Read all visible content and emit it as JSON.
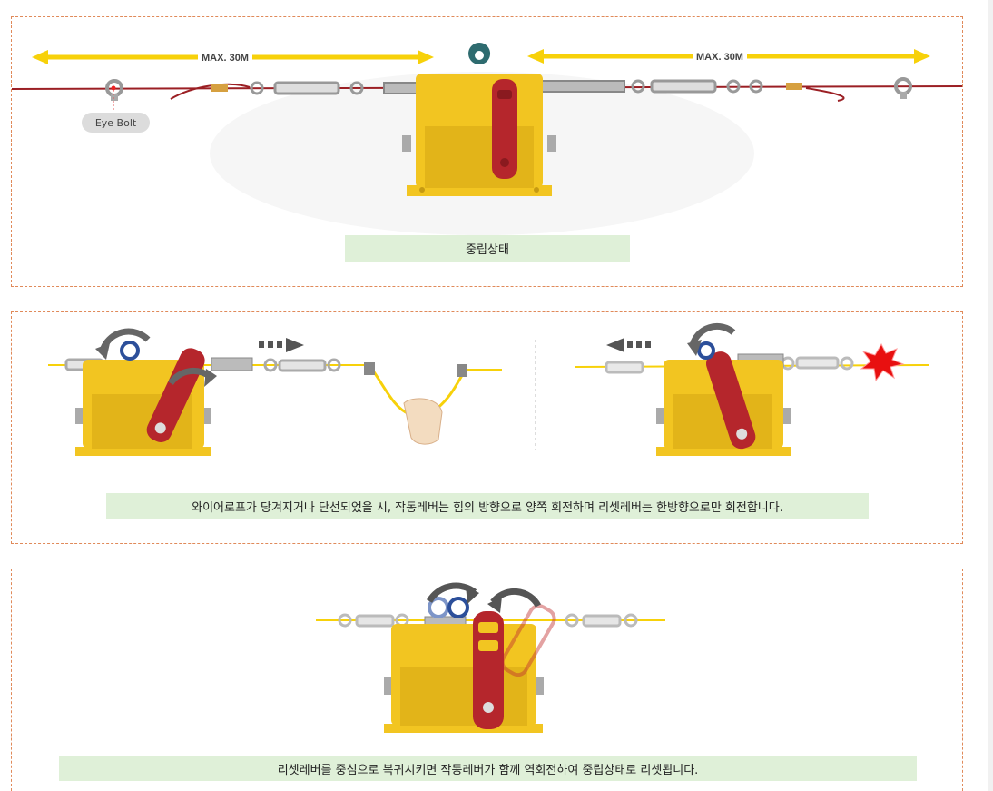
{
  "panels": [
    {
      "name": "neutral-state",
      "max_left": "MAX. 30M",
      "max_right": "MAX. 30M",
      "eye_bolt_label": "Eye Bolt",
      "caption": "중립상태",
      "colors": {
        "housing": "#f2c521",
        "lever": "#b5262c",
        "rope": "#9b1f24",
        "arrow": "#f7d10a"
      }
    },
    {
      "name": "pull-or-break",
      "caption": "와이어로프가 당겨지거나 단선되었을 시, 작동레버는 힘의 방향으로 양쪽 회전하며 리셋레버는 한방향으로만 회전합니다.",
      "icons": [
        "rotate-arrow-icon",
        "dashed-arrow-right-icon",
        "dashed-arrow-left-icon",
        "break-burst-icon",
        "hand-pull-icon"
      ]
    },
    {
      "name": "reset",
      "caption": "리셋레버를 중심으로 복귀시키면 작동레버가 함께 역회전하여 중립상태로 리셋됩니다.",
      "icons": [
        "rotate-arrow-icon",
        "rotate-arrow-icon"
      ]
    }
  ]
}
